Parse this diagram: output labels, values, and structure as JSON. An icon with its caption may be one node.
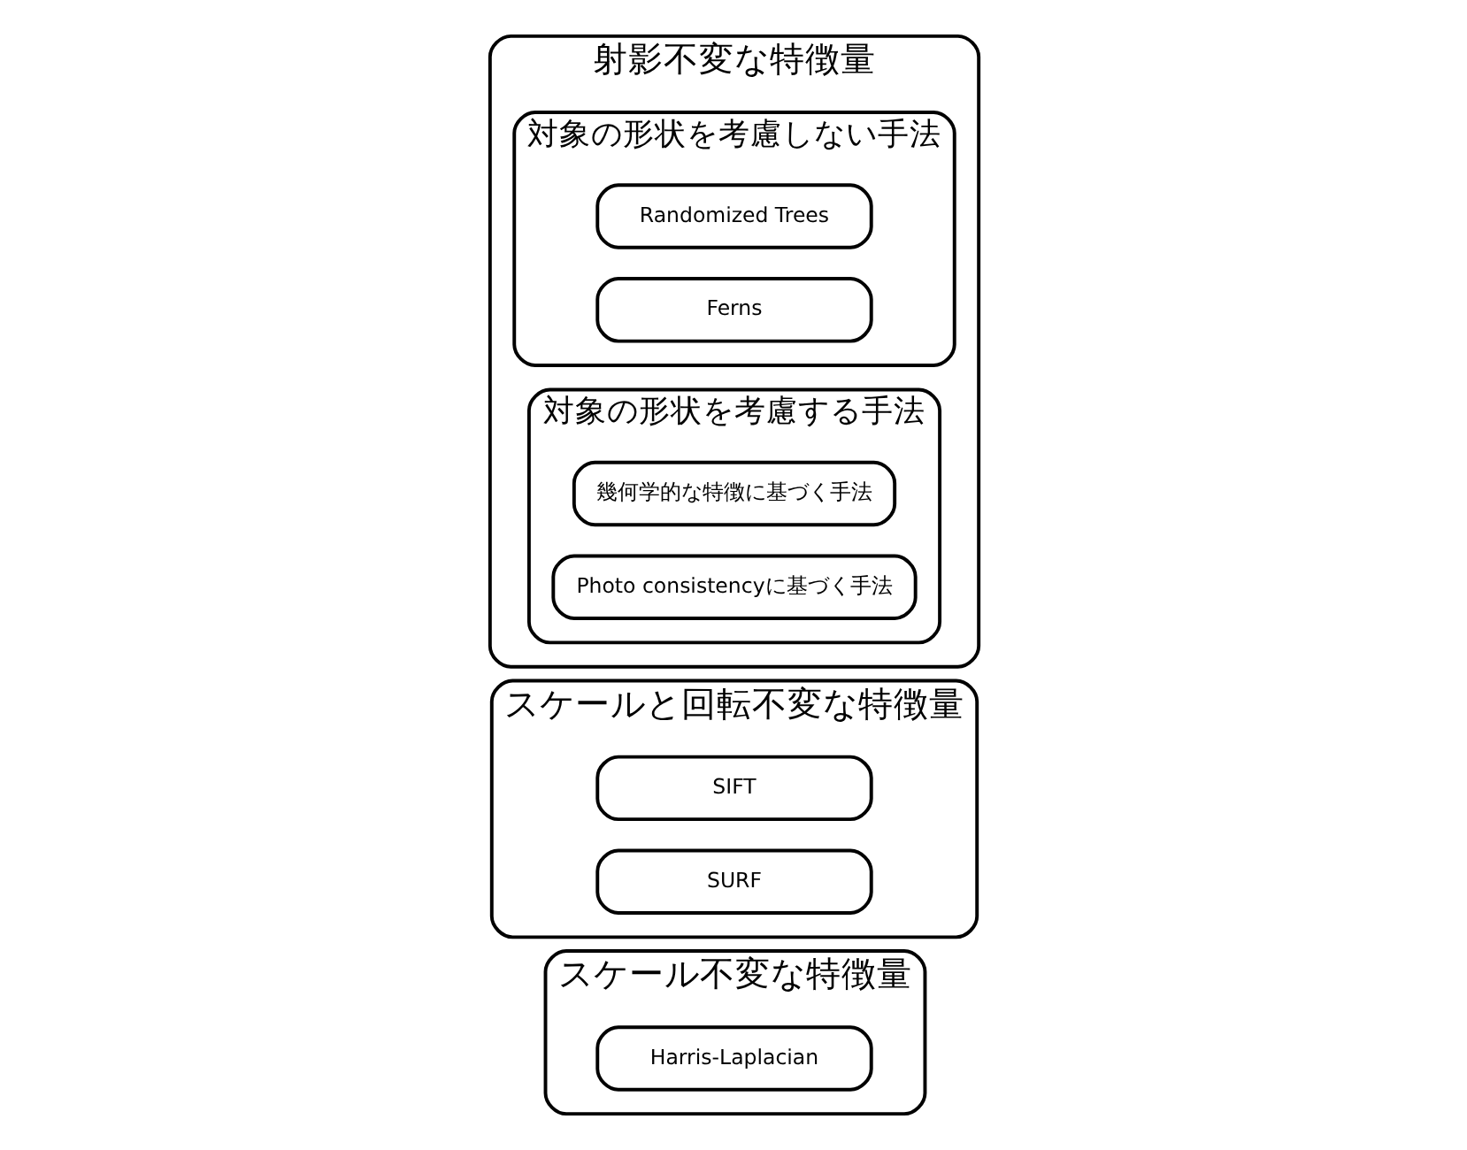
{
  "diagram": {
    "nodes": [
      {
        "text": [
          "スケール不変な特徴量"
        ]
      },
      {
        "text": [
          "Harris-Laplacian"
        ],
        "in": 0
      },
      {
        "text": [
          "スケールと回転不変な特徴量"
        ]
      },
      {
        "text": [
          "SIFT"
        ],
        "in": 2
      },
      {
        "text": [
          "SURF"
        ],
        "in": 2
      },
      {
        "text": [
          "射影不変な特徴量"
        ]
      },
      {
        "text": [
          "対象の形状を考慮しない手法"
        ],
        "in": 5
      },
      {
        "text": [
          "Randomized Trees"
        ],
        "in": 6
      },
      {
        "text": [
          "Ferns"
        ],
        "in": 6
      },
      {
        "text": [
          "対象の形状を考慮する手法"
        ],
        "in": 5
      },
      {
        "text": [
          "幾何学的な特徴に基づく手法"
        ],
        "in": 9
      },
      {
        "text": [
          "Photo consistencyに基づく手法"
        ],
        "in": 9
      }
    ],
    "edges": []
  }
}
